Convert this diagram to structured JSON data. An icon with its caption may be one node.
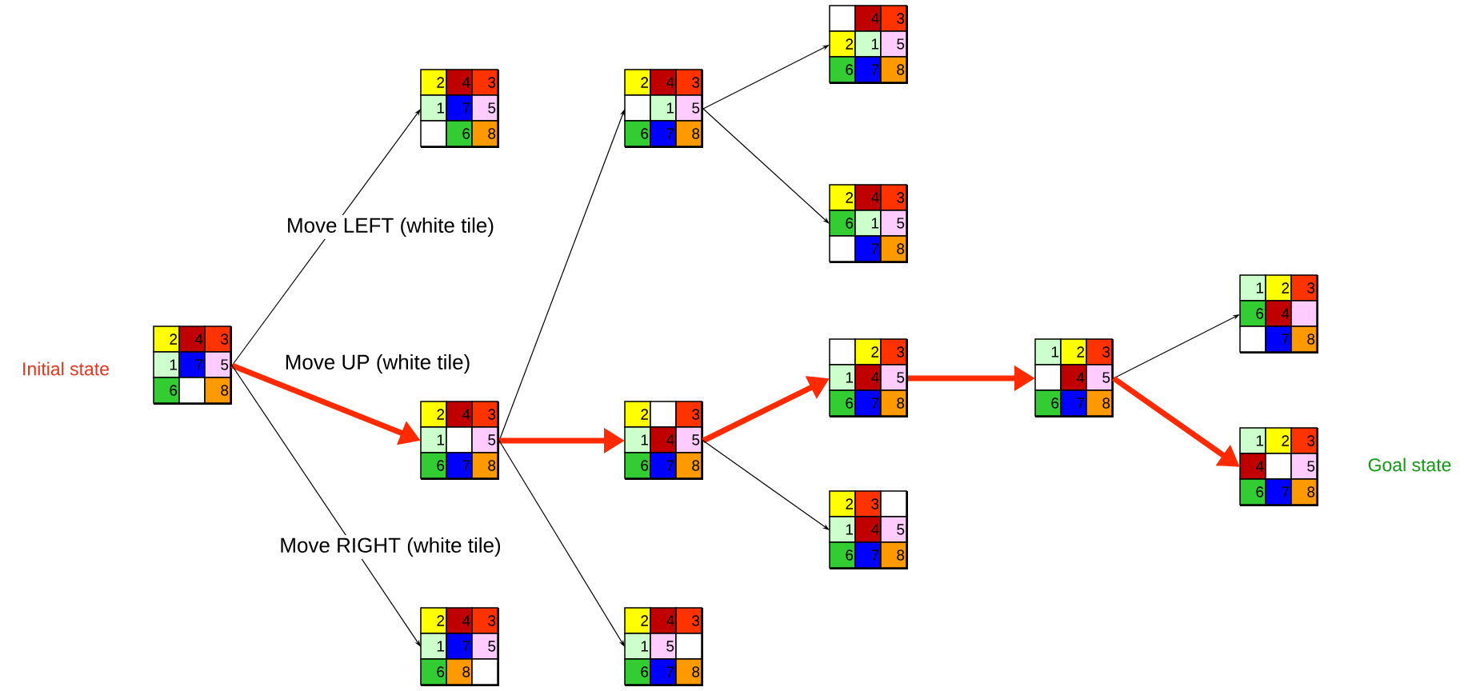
{
  "diagram": {
    "nodes": [
      {
        "text": [],
        "shape": "box",
        "beside": [
          "Initial state"
        ]
      },
      {
        "text": [
          "2"
        ],
        "in": 0
      },
      {
        "text": [
          "4"
        ],
        "in": 0
      },
      {
        "text": [
          "3"
        ],
        "in": 0
      },
      {
        "text": [
          "1"
        ],
        "in": 0
      },
      {
        "text": [
          "7"
        ],
        "in": 0
      },
      {
        "text": [
          "5"
        ],
        "in": 0
      },
      {
        "text": [
          "6"
        ],
        "in": 0
      },
      {
        "text": [],
        "shape": "box",
        "in": 0
      },
      {
        "text": [
          "8"
        ],
        "in": 0
      },
      {
        "text": [],
        "shape": "box"
      },
      {
        "text": [
          "2"
        ],
        "in": 10
      },
      {
        "text": [
          "4"
        ],
        "in": 10
      },
      {
        "text": [
          "3"
        ],
        "in": 10
      },
      {
        "text": [
          "1"
        ],
        "in": 10
      },
      {
        "text": [
          "7"
        ],
        "in": 10
      },
      {
        "text": [
          "5"
        ],
        "in": 10
      },
      {
        "text": [],
        "shape": "box",
        "in": 10
      },
      {
        "text": [
          "6"
        ],
        "in": 10
      },
      {
        "text": [
          "8"
        ],
        "in": 10
      },
      {
        "text": [],
        "shape": "box"
      },
      {
        "text": [
          "2"
        ],
        "in": 20
      },
      {
        "text": [
          "4"
        ],
        "in": 20
      },
      {
        "text": [
          "3"
        ],
        "in": 20
      },
      {
        "text": [
          "1"
        ],
        "in": 20
      },
      {
        "text": [],
        "shape": "box",
        "in": 20
      },
      {
        "text": [
          "5"
        ],
        "in": 20
      },
      {
        "text": [
          "6"
        ],
        "in": 20
      },
      {
        "text": [
          "7"
        ],
        "in": 20
      },
      {
        "text": [
          "8"
        ],
        "in": 20
      },
      {
        "text": [],
        "shape": "box"
      },
      {
        "text": [
          "2"
        ],
        "in": 30
      },
      {
        "text": [
          "4"
        ],
        "in": 30
      },
      {
        "text": [
          "3"
        ],
        "in": 30
      },
      {
        "text": [
          "1"
        ],
        "in": 30
      },
      {
        "text": [
          "7"
        ],
        "in": 30
      },
      {
        "text": [
          "5"
        ],
        "in": 30
      },
      {
        "text": [
          "6"
        ],
        "in": 30
      },
      {
        "text": [
          "8"
        ],
        "in": 30
      },
      {
        "text": [],
        "shape": "box",
        "in": 30
      },
      {
        "text": [],
        "shape": "box"
      },
      {
        "text": [
          "2"
        ],
        "in": 40
      },
      {
        "text": [
          "4"
        ],
        "in": 40
      },
      {
        "text": [
          "3"
        ],
        "in": 40
      },
      {
        "text": [],
        "shape": "box",
        "in": 40
      },
      {
        "text": [
          "1"
        ],
        "in": 40
      },
      {
        "text": [
          "5"
        ],
        "in": 40
      },
      {
        "text": [
          "6"
        ],
        "in": 40
      },
      {
        "text": [
          "7"
        ],
        "in": 40
      },
      {
        "text": [
          "8"
        ],
        "in": 40
      },
      {
        "text": [],
        "shape": "box"
      },
      {
        "text": [
          "2"
        ],
        "in": 50
      },
      {
        "text": [],
        "shape": "box",
        "in": 50
      },
      {
        "text": [
          "3"
        ],
        "in": 50
      },
      {
        "text": [
          "1"
        ],
        "in": 50
      },
      {
        "text": [
          "4"
        ],
        "in": 50
      },
      {
        "text": [
          "5"
        ],
        "in": 50
      },
      {
        "text": [
          "6"
        ],
        "in": 50
      },
      {
        "text": [
          "7"
        ],
        "in": 50
      },
      {
        "text": [
          "8"
        ],
        "in": 50
      },
      {
        "text": [],
        "shape": "box"
      },
      {
        "text": [
          "2"
        ],
        "in": 60
      },
      {
        "text": [
          "4"
        ],
        "in": 60
      },
      {
        "text": [
          "3"
        ],
        "in": 60
      },
      {
        "text": [
          "1"
        ],
        "in": 60
      },
      {
        "text": [
          "5"
        ],
        "in": 60
      },
      {
        "text": [],
        "shape": "box",
        "in": 60
      },
      {
        "text": [
          "6"
        ],
        "in": 60
      },
      {
        "text": [
          "7"
        ],
        "in": 60
      },
      {
        "text": [
          "8"
        ],
        "in": 60
      },
      {
        "text": [],
        "shape": "box"
      },
      {
        "text": [],
        "shape": "box",
        "in": 70
      },
      {
        "text": [
          "4"
        ],
        "in": 70
      },
      {
        "text": [
          "3"
        ],
        "in": 70
      },
      {
        "text": [
          "2"
        ],
        "in": 70
      },
      {
        "text": [
          "1"
        ],
        "in": 70
      },
      {
        "text": [
          "5"
        ],
        "in": 70
      },
      {
        "text": [
          "6"
        ],
        "in": 70
      },
      {
        "text": [
          "7"
        ],
        "in": 70
      },
      {
        "text": [
          "8"
        ],
        "in": 70
      },
      {
        "text": [],
        "shape": "box"
      },
      {
        "text": [
          "2"
        ],
        "in": 80
      },
      {
        "text": [
          "4"
        ],
        "in": 80
      },
      {
        "text": [
          "3"
        ],
        "in": 80
      },
      {
        "text": [
          "6"
        ],
        "in": 80
      },
      {
        "text": [
          "1"
        ],
        "in": 80
      },
      {
        "text": [
          "5"
        ],
        "in": 80
      },
      {
        "text": [],
        "shape": "box",
        "in": 80
      },
      {
        "text": [
          "7"
        ],
        "in": 80
      },
      {
        "text": [
          "8"
        ],
        "in": 80
      },
      {
        "text": [],
        "shape": "box"
      },
      {
        "text": [],
        "shape": "box",
        "in": 90
      },
      {
        "text": [
          "2"
        ],
        "in": 90
      },
      {
        "text": [
          "3"
        ],
        "in": 90
      },
      {
        "text": [
          "1"
        ],
        "in": 90
      },
      {
        "text": [
          "4"
        ],
        "in": 90
      },
      {
        "text": [
          "5"
        ],
        "in": 90
      },
      {
        "text": [
          "6"
        ],
        "in": 90
      },
      {
        "text": [
          "7"
        ],
        "in": 90
      },
      {
        "text": [
          "8"
        ],
        "in": 90
      },
      {
        "text": [],
        "shape": "box"
      },
      {
        "text": [
          "2"
        ],
        "in": 100
      },
      {
        "text": [
          "3"
        ],
        "in": 100
      },
      {
        "text": [],
        "shape": "box",
        "in": 100
      },
      {
        "text": [
          "1"
        ],
        "in": 100
      },
      {
        "text": [
          "4"
        ],
        "in": 100
      },
      {
        "text": [
          "5"
        ],
        "in": 100
      },
      {
        "text": [
          "6"
        ],
        "in": 100
      },
      {
        "text": [
          "7"
        ],
        "in": 100
      },
      {
        "text": [
          "8"
        ],
        "in": 100
      },
      {
        "text": [],
        "shape": "box"
      },
      {
        "text": [
          "1"
        ],
        "in": 110
      },
      {
        "text": [
          "2"
        ],
        "in": 110
      },
      {
        "text": [
          "3"
        ],
        "in": 110
      },
      {
        "text": [],
        "shape": "box",
        "in": 110
      },
      {
        "text": [
          "4"
        ],
        "in": 110
      },
      {
        "text": [
          "5"
        ],
        "in": 110
      },
      {
        "text": [
          "6"
        ],
        "in": 110
      },
      {
        "text": [
          "7"
        ],
        "in": 110
      },
      {
        "text": [
          "8"
        ],
        "in": 110
      },
      {
        "text": [],
        "shape": "box"
      },
      {
        "text": [
          "1"
        ],
        "in": 120
      },
      {
        "text": [
          "2"
        ],
        "in": 120
      },
      {
        "text": [
          "3"
        ],
        "in": 120
      },
      {
        "text": [
          "6"
        ],
        "in": 120
      },
      {
        "text": [
          "4"
        ],
        "in": 120
      },
      {
        "text": [],
        "shape": "box",
        "in": 120
      },
      {
        "text": [],
        "shape": "box",
        "in": 120
      },
      {
        "text": [
          "7"
        ],
        "in": 120
      },
      {
        "text": [
          "8"
        ],
        "in": 120
      },
      {
        "text": [],
        "shape": "box",
        "beside": [
          "Goal state"
        ]
      },
      {
        "text": [
          "1"
        ],
        "in": 130
      },
      {
        "text": [
          "2"
        ],
        "in": 130
      },
      {
        "text": [
          "3"
        ],
        "in": 130
      },
      {
        "text": [
          "4"
        ],
        "in": 130
      },
      {
        "text": [],
        "shape": "box",
        "in": 130
      },
      {
        "text": [
          "5"
        ],
        "in": 130
      },
      {
        "text": [
          "6"
        ],
        "in": 130
      },
      {
        "text": [
          "7"
        ],
        "in": 130
      },
      {
        "text": [
          "8"
        ],
        "in": 130
      }
    ],
    "edges": [
      {
        "from": 0,
        "to": 10,
        "arrow": "to",
        "label": "Move LEFT (white tile)"
      },
      {
        "from": 0,
        "to": 20,
        "arrow": "to",
        "label": "Move UP (white tile)",
        "style": "thick",
        "color": "#ff2a00"
      },
      {
        "from": 0,
        "to": 30,
        "arrow": "to",
        "label": "Move RIGHT (white tile)"
      },
      {
        "from": 20,
        "to": 40,
        "arrow": "to"
      },
      {
        "from": 20,
        "to": 50,
        "arrow": "to",
        "style": "thick",
        "color": "#ff2a00"
      },
      {
        "from": 20,
        "to": 60,
        "arrow": "to"
      },
      {
        "from": 40,
        "to": 70,
        "arrow": "to"
      },
      {
        "from": 40,
        "to": 80,
        "arrow": "to"
      },
      {
        "from": 50,
        "to": 90,
        "arrow": "to",
        "style": "thick",
        "color": "#ff2a00"
      },
      {
        "from": 50,
        "to": 100,
        "arrow": "to"
      },
      {
        "from": 90,
        "to": 110,
        "arrow": "to",
        "style": "thick",
        "color": "#ff2a00"
      },
      {
        "from": 110,
        "to": 120,
        "arrow": "to"
      },
      {
        "from": 110,
        "to": 130,
        "arrow": "to",
        "style": "thick",
        "color": "#ff2a00"
      }
    ]
  }
}
